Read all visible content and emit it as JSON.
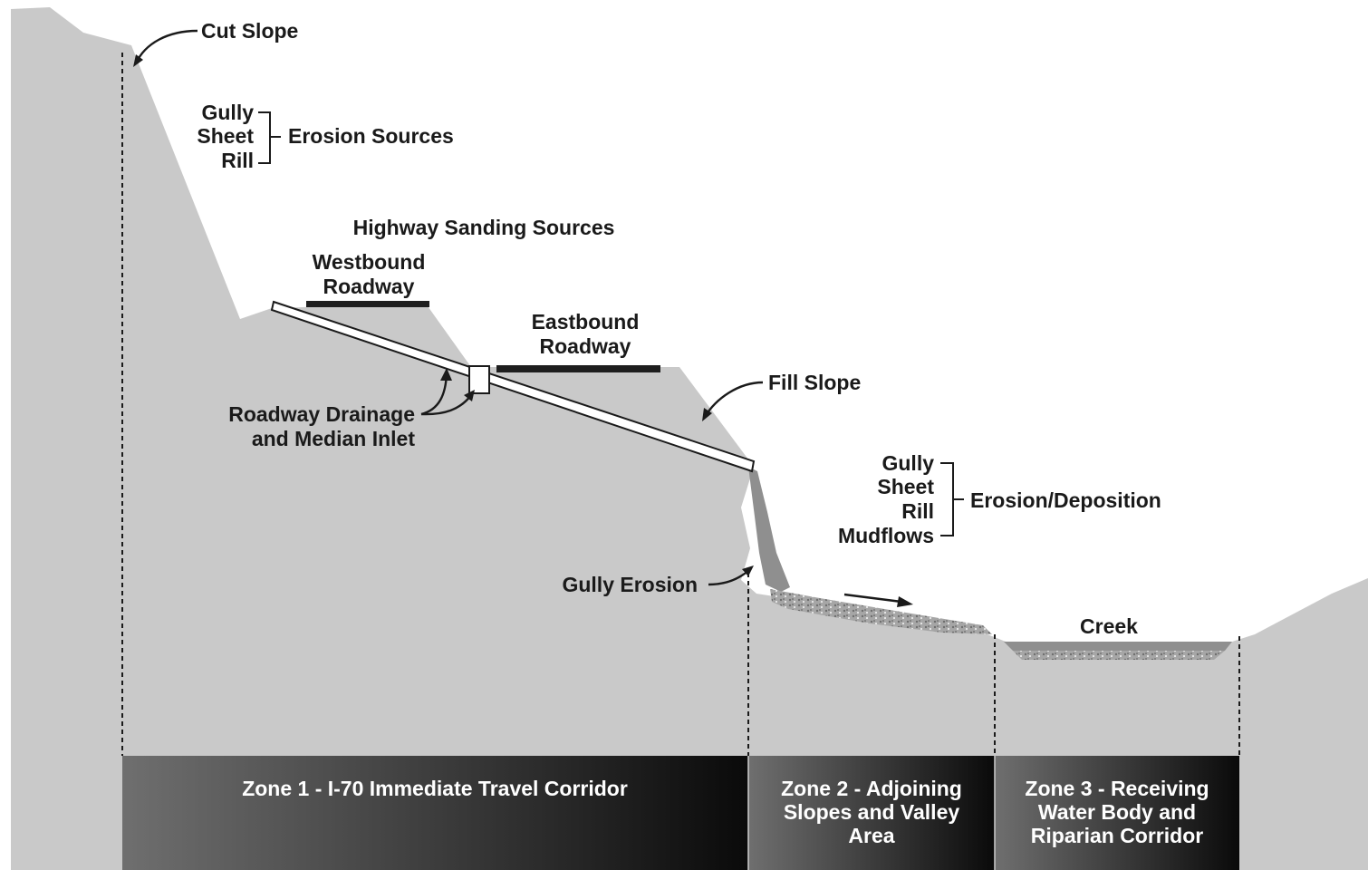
{
  "labels": {
    "cut_slope": "Cut Slope",
    "erosion_sources": {
      "items": [
        "Gully",
        "Sheet",
        "Rill"
      ],
      "label": "Erosion Sources"
    },
    "highway_sanding_sources": "Highway Sanding Sources",
    "westbound_roadway": [
      "Westbound",
      "Roadway"
    ],
    "eastbound_roadway": [
      "Eastbound",
      "Roadway"
    ],
    "fill_slope": "Fill Slope",
    "roadway_drainage": [
      "Roadway Drainage",
      "and Median Inlet"
    ],
    "erosion_deposition": {
      "items": [
        "Gully",
        "Sheet",
        "Rill",
        "Mudflows"
      ],
      "label": "Erosion/Deposition"
    },
    "gully_erosion": "Gully Erosion",
    "creek": "Creek"
  },
  "zones": [
    {
      "lines": [
        "Zone 1 - I-70 Immediate Travel Corridor"
      ]
    },
    {
      "lines": [
        "Zone 2 - Adjoining",
        "Slopes and Valley",
        "Area"
      ]
    },
    {
      "lines": [
        "Zone 3 - Receiving",
        "Water Body and",
        "Riparian Corridor"
      ]
    }
  ],
  "colors": {
    "terrain": "#c9c9c9",
    "fill_streak": "#8f8f8f",
    "sediment": "#a6a6a6",
    "roadway": "#1e1e1e",
    "zone_band_light": "#6f6f6f",
    "zone_band_dark": "#0a0a0a"
  }
}
